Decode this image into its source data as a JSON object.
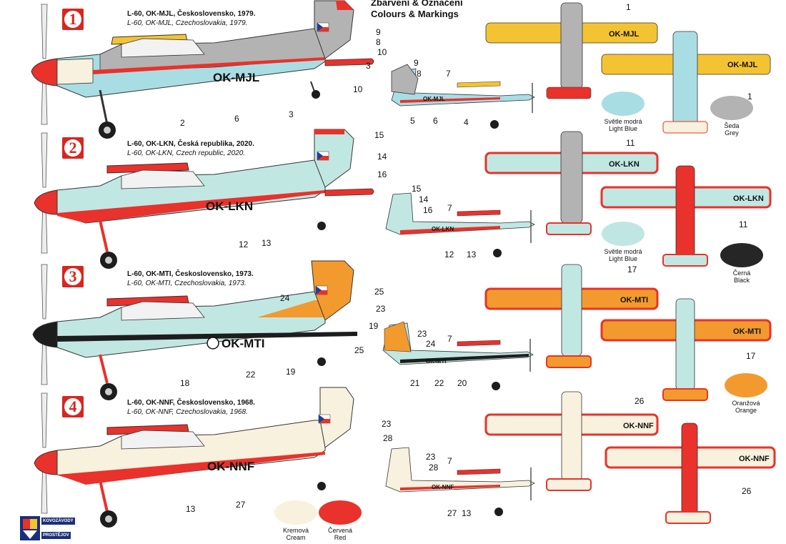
{
  "header": {
    "line1": "Zbarvení & Označení",
    "line2": "Colours & Markings"
  },
  "schemes": [
    {
      "number": "1",
      "title_cz": "L-60, OK-MJL, Československo, 1979.",
      "title_en": "L-60, OK-MJL, Czechoslovakia, 1979.",
      "registration": "OK-MJL"
    },
    {
      "number": "2",
      "title_cz": "L-60, OK-LKN, Česká republika, 2020.",
      "title_en": "L-60, OK-LKN, Czech republic, 2020.",
      "registration": "OK-LKN"
    },
    {
      "number": "3",
      "title_cz": "L-60, OK-MTI, Československo, 1973.",
      "title_en": "L-60, OK-MTI, Czechoslovakia, 1973.",
      "registration": "OK-MTI"
    },
    {
      "number": "4",
      "title_cz": "L-60, OK-NNF, Československo, 1968.",
      "title_en": "L-60, OK-NNF, Czechoslovakia, 1968.",
      "registration": "OK-NNF"
    }
  ],
  "callouts": [
    "1",
    "2",
    "3",
    "4",
    "5",
    "6",
    "7",
    "8",
    "9",
    "10",
    "11",
    "12",
    "13",
    "14",
    "15",
    "16",
    "17",
    "18",
    "19",
    "20",
    "21",
    "22",
    "23",
    "24",
    "25",
    "26",
    "27",
    "28"
  ],
  "swatches": [
    {
      "cz": "Světle modrá",
      "en": "Light Blue",
      "color": "#a7dde3"
    },
    {
      "cz": "Šeda",
      "en": "Grey",
      "color": "#b3b3b3"
    },
    {
      "cz": "Světle modrá",
      "en": "Light Blue",
      "color": "#bfe6e2"
    },
    {
      "cz": "Černá",
      "en": "Black",
      "color": "#262626"
    },
    {
      "cz": "Oranžová",
      "en": "Orange",
      "color": "#f29a2e"
    },
    {
      "cz": "Kremová",
      "en": "Cream",
      "color": "#f7f1dd"
    },
    {
      "cz": "Červená",
      "en": "Red",
      "color": "#e8322b"
    }
  ],
  "logo": {
    "line1": "KOVOZÁVODY",
    "line2": "PROSTĚJOV"
  },
  "colors": {
    "red": "#e8322b",
    "light_blue": "#a9dde4",
    "grey": "#b3b3b3",
    "yellow": "#f4c332",
    "orange": "#f29a2e",
    "cream": "#f7f1dd",
    "black": "#1d1d1d",
    "mint": "#c1e7e2"
  }
}
